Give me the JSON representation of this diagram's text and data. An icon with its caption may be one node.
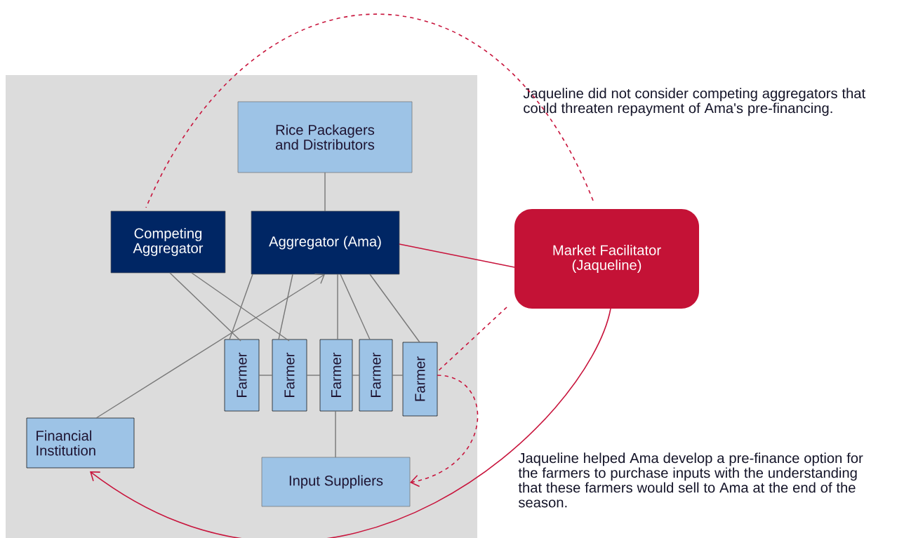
{
  "diagram": {
    "nodes": [
      {
        "text": [
          "Rice Packagers and Distributors"
        ]
      },
      {
        "text": [
          "Competing Aggregator"
        ]
      },
      {
        "text": [
          "Aggregator (Ama)"
        ]
      },
      {
        "text": [
          "Market Facilitator (Jaqueline)"
        ]
      },
      {
        "text": [
          "Farmer"
        ]
      },
      {
        "text": [
          "Farmer"
        ]
      },
      {
        "text": [
          "Farmer"
        ]
      },
      {
        "text": [
          "Farmer"
        ]
      },
      {
        "text": [
          "Farmer"
        ]
      },
      {
        "text": [
          "Financial Institution"
        ]
      },
      {
        "text": [
          "Input Suppliers"
        ]
      }
    ],
    "edges": [
      {
        "from": 0,
        "to": 2,
        "arrow": "none"
      },
      {
        "from": 1,
        "to": 4,
        "arrow": "none"
      },
      {
        "from": 1,
        "to": 5,
        "arrow": "none"
      },
      {
        "from": 2,
        "to": 4,
        "arrow": "none"
      },
      {
        "from": 2,
        "to": 5,
        "arrow": "none"
      },
      {
        "from": 2,
        "to": 6,
        "arrow": "none"
      },
      {
        "from": 2,
        "to": 7,
        "arrow": "none"
      },
      {
        "from": 2,
        "to": 8,
        "arrow": "none"
      },
      {
        "from": 9,
        "to": 2,
        "arrow": "to"
      },
      {
        "from": 4,
        "to": 5,
        "arrow": "none"
      },
      {
        "from": 5,
        "to": 6,
        "arrow": "none"
      },
      {
        "from": 6,
        "to": 7,
        "arrow": "none"
      },
      {
        "from": 7,
        "to": 8,
        "arrow": "none"
      },
      {
        "from": 6,
        "to": 10,
        "arrow": "none"
      },
      {
        "from": 2,
        "to": 3,
        "arrow": "none",
        "color": "#c8143c"
      },
      {
        "from": 3,
        "to": 8,
        "arrow": "none",
        "style": "dashed",
        "color": "#c8143c"
      },
      {
        "from": 8,
        "to": 10,
        "arrow": "to",
        "style": "dashed",
        "color": "#c8143c"
      },
      {
        "from": 3,
        "to": 9,
        "arrow": "to",
        "color": "#c8143c"
      },
      {
        "from": 3,
        "to": 1,
        "arrow": "none",
        "style": "dashed",
        "color": "#c8143c"
      }
    ],
    "labels": [
      "Jaqueline did not consider competing aggregators that could threaten repayment of Ama's pre-financing.",
      "Jaqueline helped Ama develop a pre-finance option for the farmers to purchase inputs with the understanding that these farmers would sell to Ama at the end of the season."
    ]
  }
}
